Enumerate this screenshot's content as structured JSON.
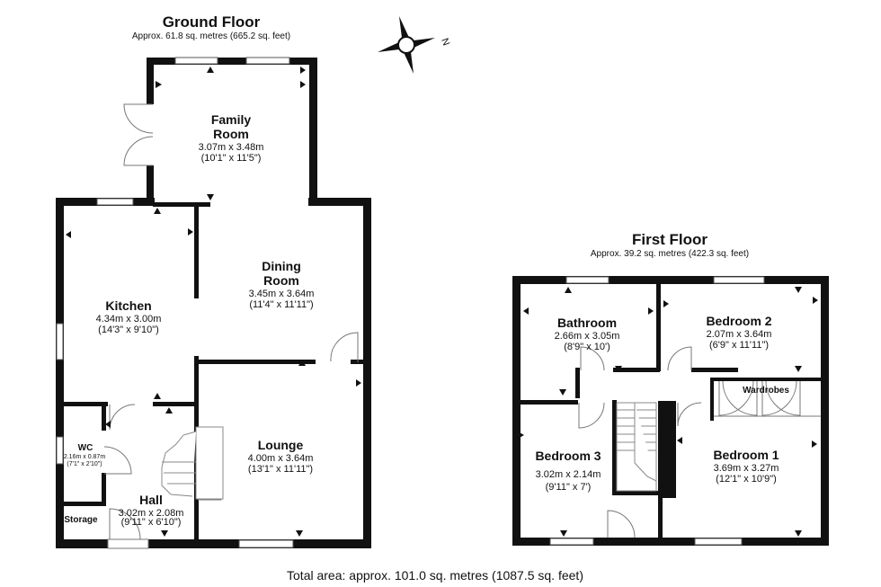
{
  "ground_floor": {
    "title": "Ground Floor",
    "area": "Approx. 61.8 sq. metres (665.2 sq. feet)",
    "rooms": {
      "family_room": {
        "name_line1": "Family",
        "name_line2": "Room",
        "metric": "3.07m x 3.48m",
        "imperial": "(10'1\" x 11'5\")"
      },
      "dining_room": {
        "name_line1": "Dining",
        "name_line2": "Room",
        "metric": "3.45m x 3.64m",
        "imperial": "(11'4\" x 11'11\")"
      },
      "kitchen": {
        "name": "Kitchen",
        "metric": "4.34m x 3.00m",
        "imperial": "(14'3\" x 9'10\")"
      },
      "lounge": {
        "name": "Lounge",
        "metric": "4.00m x 3.64m",
        "imperial": "(13'1\" x 11'11\")"
      },
      "wc": {
        "name": "WC",
        "metric": "2.16m x 0.87m",
        "imperial": "(7'1\" x 2'10\")"
      },
      "hall": {
        "name": "Hall",
        "metric": "3.02m x 2.08m",
        "imperial": "(9'11\" x 6'10\")"
      },
      "storage": {
        "name": "Storage"
      }
    }
  },
  "first_floor": {
    "title": "First Floor",
    "area": "Approx. 39.2 sq. metres (422.3 sq. feet)",
    "rooms": {
      "bathroom": {
        "name": "Bathroom",
        "metric": "2.66m x 3.05m",
        "imperial": "(8'9\" x 10')"
      },
      "bedroom2": {
        "name": "Bedroom 2",
        "metric": "2.07m x 3.64m",
        "imperial": "(6'9\" x 11'11\")"
      },
      "wardrobes": {
        "name": "Wardrobes"
      },
      "bedroom3": {
        "name": "Bedroom 3",
        "metric": "3.02m x 2.14m",
        "imperial": "(9'11\" x 7')"
      },
      "bedroom1": {
        "name": "Bedroom 1",
        "metric": "3.69m x 3.27m",
        "imperial": "(12'1\" x 10'9\")"
      }
    }
  },
  "compass": {
    "letter": "N"
  },
  "total_area": "Total area: approx. 101.0 sq. metres (1087.5 sq. feet)"
}
